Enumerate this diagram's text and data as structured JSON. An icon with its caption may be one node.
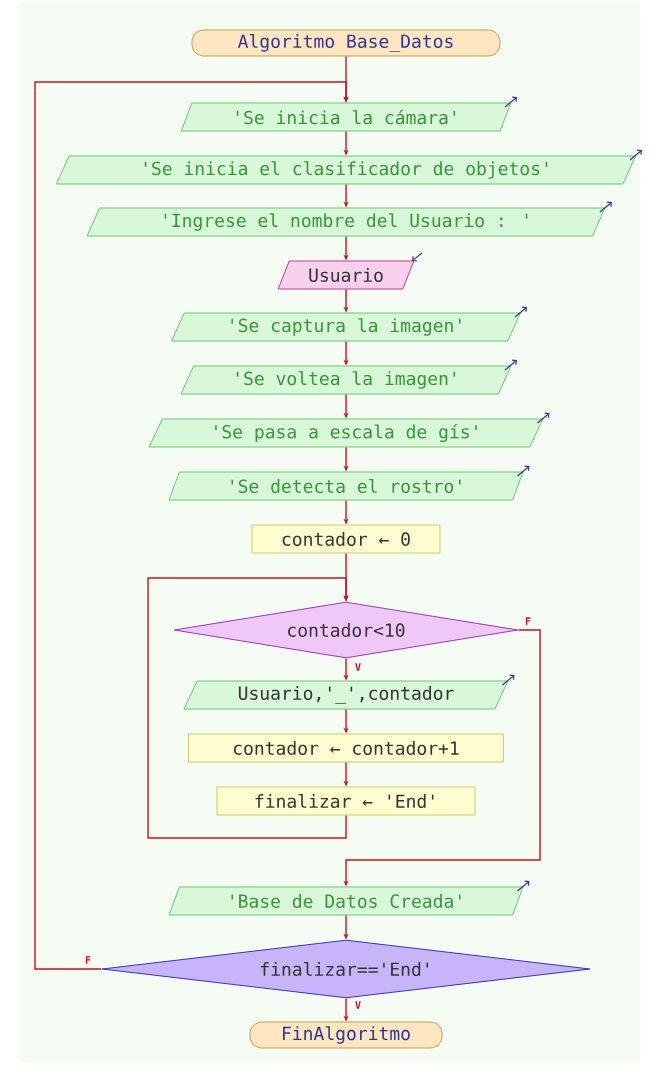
{
  "diagram": {
    "nodes": [
      {
        "text": [
          "Algoritmo Base_Datos"
        ]
      },
      {
        "text": [
          "'Se inicia la cámara'"
        ]
      },
      {
        "text": [
          "'Se inicia el clasificador de objetos'"
        ]
      },
      {
        "text": [
          "'Ingrese el nombre del Usuario : '"
        ]
      },
      {
        "text": [
          "Usuario"
        ]
      },
      {
        "text": [
          "'Se captura la imagen'"
        ]
      },
      {
        "text": [
          "'Se voltea la imagen'"
        ]
      },
      {
        "text": [
          "'Se pasa a escala de gís'"
        ]
      },
      {
        "text": [
          "'Se detecta el rostro'"
        ]
      },
      {
        "text": [
          "contador ← 0"
        ]
      },
      {
        "text": [
          "contador<10"
        ]
      },
      {
        "text": [
          "Usuario,'_',contador"
        ]
      },
      {
        "text": [
          "contador ← contador+1"
        ]
      },
      {
        "text": [
          "finalizar ← 'End'"
        ]
      },
      {
        "text": [
          "'Base de Datos Creada'"
        ]
      },
      {
        "text": [
          "finalizar=='End'"
        ]
      },
      {
        "text": [
          "FinAlgoritmo"
        ]
      }
    ],
    "edges": [
      {
        "from": 0,
        "to": 1,
        "arrow": "to"
      },
      {
        "from": 1,
        "to": 2,
        "arrow": "to"
      },
      {
        "from": 2,
        "to": 3,
        "arrow": "to"
      },
      {
        "from": 3,
        "to": 4,
        "arrow": "to"
      },
      {
        "from": 4,
        "to": 5,
        "arrow": "to"
      },
      {
        "from": 5,
        "to": 6,
        "arrow": "to"
      },
      {
        "from": 6,
        "to": 7,
        "arrow": "to"
      },
      {
        "from": 7,
        "to": 8,
        "arrow": "to"
      },
      {
        "from": 8,
        "to": 9,
        "arrow": "to"
      },
      {
        "from": 9,
        "to": 10,
        "arrow": "to"
      },
      {
        "from": 10,
        "to": 11,
        "arrow": "to",
        "label": "V"
      },
      {
        "from": 11,
        "to": 12,
        "arrow": "to"
      },
      {
        "from": 12,
        "to": 13,
        "arrow": "to"
      },
      {
        "from": 13,
        "to": 10,
        "arrow": "to"
      },
      {
        "from": 10,
        "to": 14,
        "arrow": "to",
        "label": "F"
      },
      {
        "from": 14,
        "to": 15,
        "arrow": "to"
      },
      {
        "from": 15,
        "to": 16,
        "arrow": "to",
        "label": "V"
      },
      {
        "from": 15,
        "to": 1,
        "arrow": "to",
        "label": "F"
      }
    ]
  }
}
